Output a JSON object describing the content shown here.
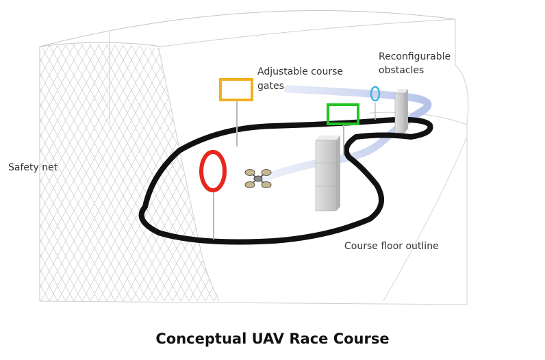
{
  "labels": {
    "safety_net": "Safety net",
    "gates_line1": "Adjustable course",
    "gates_line2": "gates",
    "obstacles_line1": "Reconfigurable",
    "obstacles_line2": "obstacles",
    "floor_outline": "Course floor outline"
  },
  "caption": "Conceptual UAV Race Course",
  "colors": {
    "track": "#111111",
    "red_gate": "#e8261c",
    "yellow_gate": "#f0b020",
    "green_gate": "#22c422",
    "cyan_gate": "#3ab6e0",
    "flight_path": "#b9c7ea",
    "net_line": "#c9c9c9",
    "obstacle": "#d4d4d4"
  },
  "icons": {
    "drone": "quadcopter-icon"
  }
}
